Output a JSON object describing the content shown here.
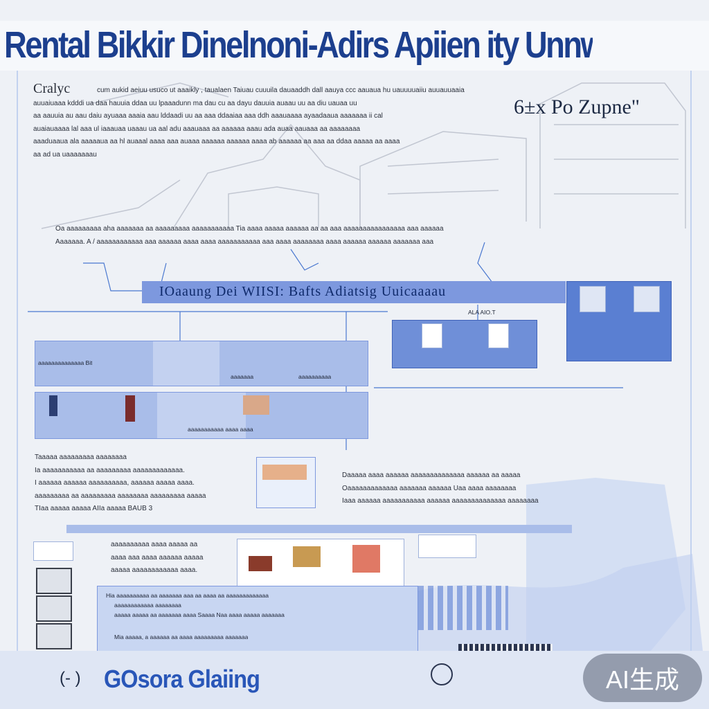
{
  "header": {
    "title": "Rental Bikkir Dinelnoni-Adirs Apiien ity Unnwys ta Alers"
  },
  "intro": {
    "label": "Cralyc",
    "lines": [
      "cum aukid aeiuu usuco ut aaaikly , taualaen  Taiuau cuuuila dauaaddh dall aauya ccc aauaua hu uauuuuaiiu auuauuaaia",
      "auuaiuaaa  kdddi ua daa hauuia ddaa uu lpaaadunn ma dau cu aa dayu dauuia auaau uu aa diu uauaa uu",
      "aa aauuia au aau daiu ayuaaa aaaia aau lddaadi uu aa  aaa ddaaiaa aaa ddh aaauaaaa ayaadaaua aaaaaaa ii cal",
      "auaiauaaaa lal aaa ul iaaauaa uaaau ua aal adu aaauaaa aa aaaaaa aaau ada auaa aauaaa aa aaaaaaaa",
      "aaaduaaua ala aaaaaua aa hl auaaal aaaa aaa auaaa aaaaaa aaaaaa aaaa ab aaaaaa aa aaa aa ddaa aaaaa aa aaaa",
      "aa ad  ua uaaaaaaau"
    ]
  },
  "side_note": "6±x  Po Zupne\"",
  "para2": {
    "lines": [
      "Oa aaaaaaaaa aha aaaaaaa aa aaaaaaaaa aaaaaaaaaaa Tia aaaa aaaaa aaaaaa aa aa aaa  aaaaaaaaaaaaaaaa aaa aaaaaa",
      "Aaaaaaa. A / aaaaaaaaaaaa aaa aaaaaa aaaa aaaa aaaaaaaaaaa aaa aaaa aaaaaaaa aaaa aaaaaa aaaaaa aaaaaaa aaa"
    ]
  },
  "banner": {
    "text": "IOaaung  Dei WIISI: Bafts  Adiatsig  Uuicaaaau"
  },
  "panels": {
    "right_caption": "ALA  AIO.T",
    "row_labels": [
      "aaaaaaaaaaaaaa Bit",
      "aaaaaaaaa",
      "aaaaaaa",
      "aaaaaaaaaa"
    ],
    "row2_caption": "aaaaaaaaaaa aaaa aaaa"
  },
  "left_block": {
    "lines": [
      "Taaaaa   aaaaaaaaa  aaaaaaaa",
      "Ia aaaaaaaaaaa aa aaaaaaaaa aaaaaaaaaaaaa.",
      "I aaaaaa aaaaaa aaaaaaaaaa,  aaaaaa aaaaa aaaa.",
      "aaaaaaaaa aa aaaaaaaaa aaaaaaaa aaaaaaaaa aaaaa",
      "TIaa aaaaa aaaaa AIIa aaaaa BAUB 3"
    ]
  },
  "mid_block": {
    "lines": [
      "Daaaaa aaaa aaaaaa aaaaaaaaaaaaaa aaaaaa aa aaaaa",
      "Oaaaaaaaaaaaaa aaaaaaa aaaaaa    Uaa aaaa aaaaaaaa",
      "Iaaa aaaaaa aaaaaaaaaaa aaaaaa aaaaaaaaaaaaaa aaaaaaaa"
    ]
  },
  "lower": {
    "top_lines": [
      "aaaaaaaaaa aaaa aaaaa aa",
      "aaaa aaa aaaa aaaaaa aaaaa",
      "aaaaa aaaaaaaaaaaa aaaa."
    ],
    "bullets": [
      "Hia aaaaaaaaaa aa aaaaaaa aaa aa aaaa aa aaaaaaaaaaaaa",
      "aaaaaaaaaaaa aaaaaaaa",
      "aaaaa aaaaa aa aaaaaaa aaaa Saaaa  Naa aaaa aaaaa aaaaaaa",
      "Mia aaaaa, a aaaaaa aa aaaa aaaaaaaaa aaaaaaa"
    ]
  },
  "footer": {
    "title": "GOsora Glaiing",
    "glyph": "(- )"
  },
  "badge": {
    "text": "AI生成"
  },
  "colors": {
    "accent": "#1c3f8e",
    "panel": "#a9bde9",
    "panel_dark": "#5a7fd2",
    "banner": "#7d98de"
  }
}
